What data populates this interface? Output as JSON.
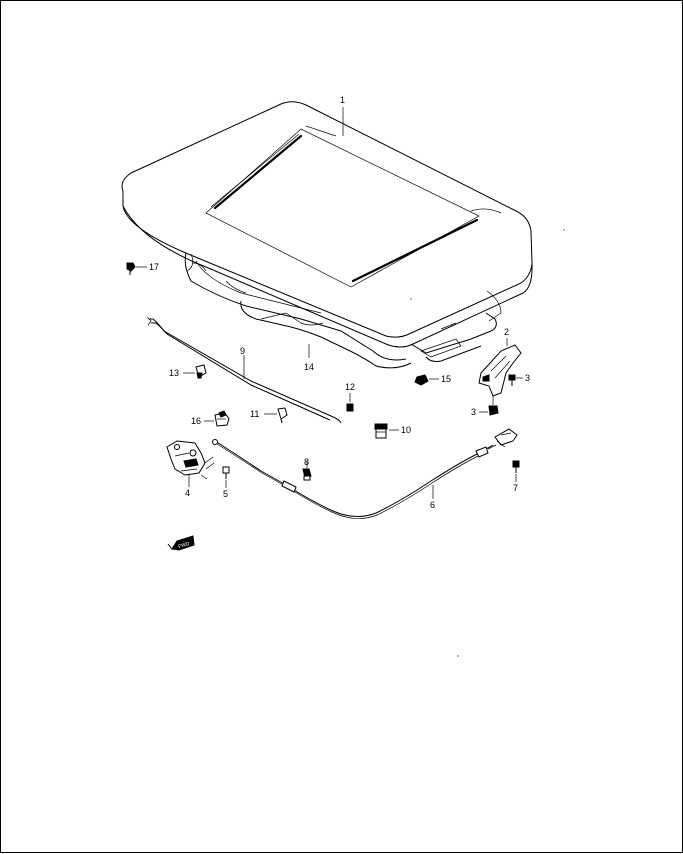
{
  "diagram": {
    "parts": [
      {
        "id": "p1",
        "label": "1"
      },
      {
        "id": "p2",
        "label": "2"
      },
      {
        "id": "p3a",
        "label": "3"
      },
      {
        "id": "p3b",
        "label": "3"
      },
      {
        "id": "p4",
        "label": "4"
      },
      {
        "id": "p5",
        "label": "5"
      },
      {
        "id": "p6",
        "label": "6"
      },
      {
        "id": "p7",
        "label": "7"
      },
      {
        "id": "p8",
        "label": "8"
      },
      {
        "id": "p9",
        "label": "9"
      },
      {
        "id": "p10",
        "label": "10"
      },
      {
        "id": "p11",
        "label": "11"
      },
      {
        "id": "p12",
        "label": "12"
      },
      {
        "id": "p13",
        "label": "13"
      },
      {
        "id": "p14",
        "label": "14"
      },
      {
        "id": "p15",
        "label": "15"
      },
      {
        "id": "p16",
        "label": "16"
      },
      {
        "id": "p17",
        "label": "17"
      }
    ],
    "direction_marker": {
      "text": "FWD"
    }
  }
}
